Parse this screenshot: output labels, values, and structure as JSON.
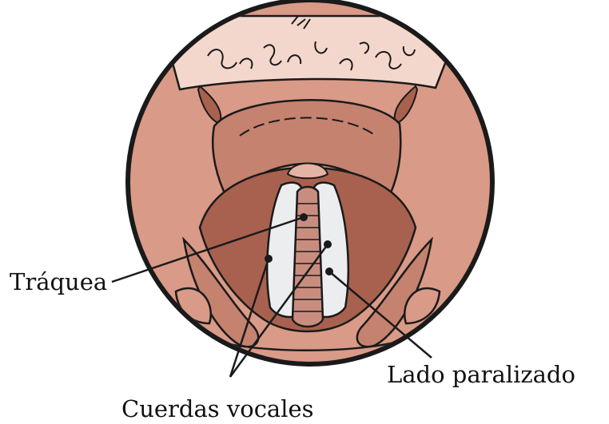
{
  "labels": {
    "trachea": "Tráquea",
    "paralyzed_side": "Lado paralizado",
    "vocal_cords": "Cuerdas vocales"
  },
  "colors": {
    "outline": "#1a1a1a",
    "skin_outer": "#d99a87",
    "skin_mid": "#c4826f",
    "skin_deep": "#a8614f",
    "tongue": "#f3d7cc",
    "cords": "#ecedef",
    "trachea": "#c98d80"
  }
}
